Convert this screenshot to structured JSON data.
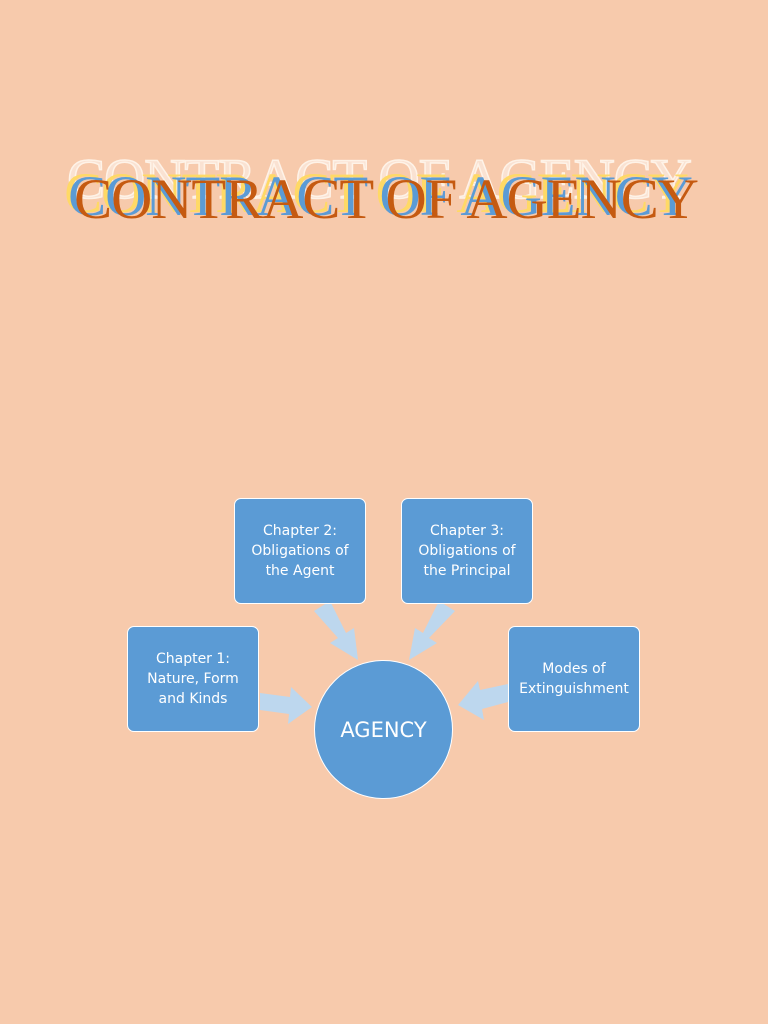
{
  "title": "CONTRACT OF AGENCY",
  "colors": {
    "background": "#f7caac",
    "title_main": "#c55a11",
    "title_echo_blue": "#5b9bd5",
    "title_echo_yellow": "#ffd966",
    "title_ghost": "#fbe4d5",
    "node_fill": "#5b9bd5",
    "node_border": "#ffffff",
    "arrow": "#bdd7ee"
  },
  "diagram": {
    "hub": {
      "label": "AGENCY"
    },
    "nodes": [
      {
        "id": "chapter-1",
        "label": "Chapter 1:\nNature, Form\nand Kinds"
      },
      {
        "id": "chapter-2",
        "label": "Chapter 2:\nObligations of\nthe Agent"
      },
      {
        "id": "chapter-3",
        "label": "Chapter 3:\nObligations of\nthe Principal"
      },
      {
        "id": "modes",
        "label": "Modes of\nExtinguishment"
      }
    ]
  }
}
